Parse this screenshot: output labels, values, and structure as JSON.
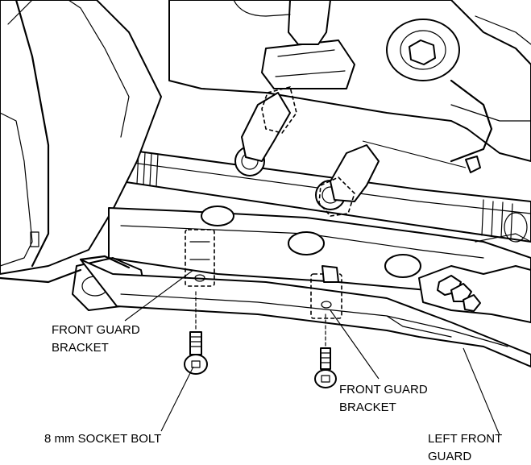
{
  "labels": {
    "front_guard_bracket_left": [
      "FRONT GUARD",
      "BRACKET"
    ],
    "front_guard_bracket_right": [
      "FRONT GUARD",
      "BRACKET"
    ],
    "socket_bolt": "8 mm SOCKET BOLT",
    "left_front_guard": [
      "LEFT FRONT",
      "GUARD"
    ]
  }
}
